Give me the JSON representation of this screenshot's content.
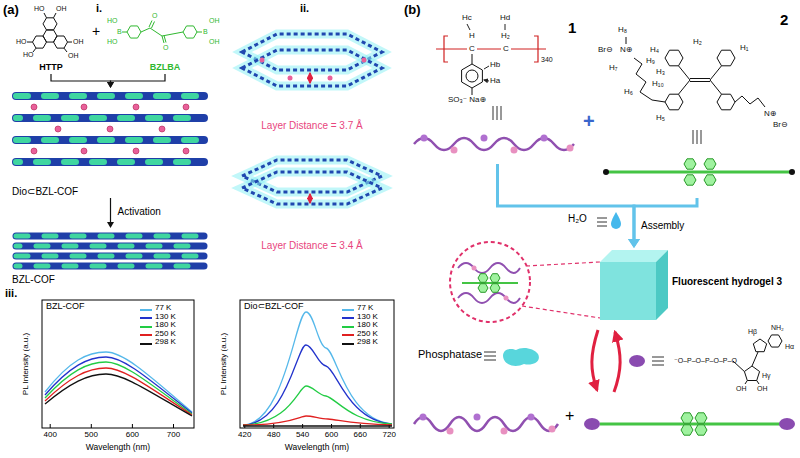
{
  "diagram": {
    "nodes": [
      {
        "text": [
          "HTTP"
        ]
      },
      {
        "text": [
          "BZLBA"
        ]
      },
      {
        "text": [
          "Dio⊂BZL-COF"
        ]
      },
      {
        "text": [
          "BZL-COF"
        ]
      },
      {
        "text": [
          "Layer Distance = 3.7 Å"
        ]
      },
      {
        "text": [
          "Layer Distance = 3.4 Å"
        ]
      },
      {
        "text": [
          "BZL-COF"
        ]
      },
      {
        "text": [
          "Dio⊂BZL-COF"
        ]
      },
      {
        "text": [
          "1"
        ]
      },
      {
        "text": [
          "2"
        ]
      },
      {
        "text": [
          "Fluorescent hydrogel 3"
        ]
      }
    ],
    "edges": [
      {
        "from": 0,
        "to": 2,
        "arrow": "to"
      },
      {
        "from": 1,
        "to": 2,
        "arrow": "to"
      },
      {
        "from": 2,
        "to": 3,
        "label": "Activation",
        "arrow": "to"
      },
      {
        "from": 8,
        "to": 10,
        "arrow": "to"
      },
      {
        "from": 9,
        "to": 10,
        "label": "Assembly",
        "arrow": "to"
      }
    ],
    "labels": [
      "(a)",
      "i.",
      "ii.",
      "+",
      "HO",
      "OH",
      "HO",
      "HO",
      "OH",
      "OH",
      "HO",
      "B",
      "HO",
      "O",
      "O",
      "B",
      "OH",
      "OH",
      "iii.",
      "PL Intensity (a.u.)",
      "400",
      "500",
      "600",
      "700",
      "Wavelength (nm)",
      "PL Intensity (a.u.)",
      "420",
      "480",
      "540",
      "600",
      "660",
      "720",
      "Wavelength (nm)",
      "(b)",
      "Hc",
      "Hd",
      "H",
      "C",
      "H₂",
      "C",
      "340",
      "Hb",
      "Ha",
      "SO₃⁻ Na⊕",
      "+",
      "H₈",
      "Br⊖",
      "N⊕",
      "H₇",
      "H₉",
      "H₁₀",
      "H₆",
      "H₅",
      "H₄",
      "H₃",
      "H₂",
      "H₁",
      "N⊕",
      "Br⊖",
      "H₂O",
      "Phosphatase",
      "⁻O–P–O–P–O–P–O",
      "NH₂",
      "OH",
      "OH",
      "Hβ",
      "Hα",
      "Hγ",
      "+"
    ],
    "legend": [
      {
        "text": "77 K"
      },
      {
        "text": "130 K"
      },
      {
        "text": "180 K"
      },
      {
        "text": "250 K"
      },
      {
        "text": "298 K"
      },
      {
        "text": "77 K"
      },
      {
        "text": "130 K"
      },
      {
        "text": "180 K"
      },
      {
        "text": "250 K"
      },
      {
        "text": "298 K"
      }
    ]
  }
}
